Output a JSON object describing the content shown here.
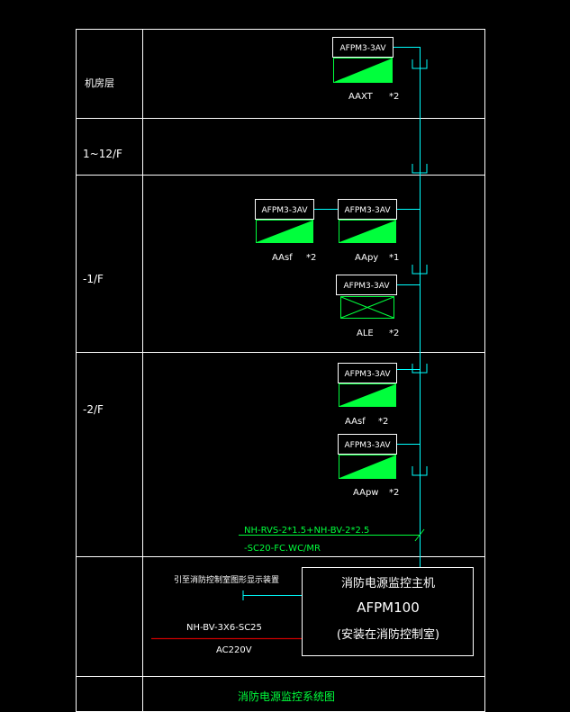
{
  "floors": {
    "machine_room": "机房层",
    "f1_12": "1~12/F",
    "b1": "-1/F",
    "b2": "-2/F"
  },
  "modules": [
    {
      "model": "AFPM3-3AV",
      "tag": "AAXT",
      "count": "*2"
    },
    {
      "model": "AFPM3-3AV",
      "tag": "AAsf",
      "count": "*2"
    },
    {
      "model": "AFPM3-3AV",
      "tag": "AApy",
      "count": "*1"
    },
    {
      "model": "AFPM3-3AV",
      "tag": "ALE",
      "count": "*2"
    },
    {
      "model": "AFPM3-3AV",
      "tag": "AAsf",
      "count": "*2"
    },
    {
      "model": "AFPM3-3AV",
      "tag": "AApw",
      "count": "*2"
    }
  ],
  "cable": {
    "line1": "NH-RVS-2*1.5+NH-BV-2*2.5",
    "line2": "-SC20-FC.WC/MR"
  },
  "host": {
    "title": "消防电源监控主机",
    "model": "AFPM100",
    "note": "(安装在消防控制室)"
  },
  "lead_label": "引至消防控制室图形显示装置",
  "power": {
    "cable": "NH-BV-3X6-SC25",
    "voltage": "AC220V"
  },
  "footer": {
    "title": "消防电源监控系统图"
  },
  "colors": {
    "frame": "#ffffff",
    "bus": "#00ffff",
    "green": "#00ff3c",
    "power_line": "#cc0000"
  }
}
